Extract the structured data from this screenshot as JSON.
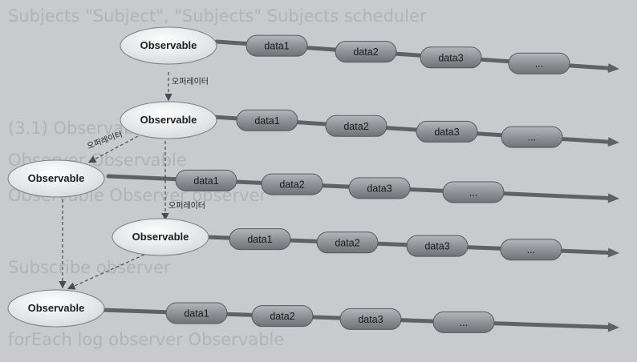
{
  "background_text": [
    "Subjects \"Subject\", \"Subjects\" Subjects scheduler",
    "(3.1) Observable",
    "Observer Observable",
    "Observable Observer observer",
    "Subscribe observer",
    "forEach log observer Observable"
  ],
  "diagram": {
    "streams": [
      {
        "node": "Observable",
        "items": [
          "data1",
          "data2",
          "data3",
          "..."
        ]
      },
      {
        "node": "Observable",
        "items": [
          "data1",
          "data2",
          "data3",
          "..."
        ]
      },
      {
        "node": "Observable",
        "items": [
          "data1",
          "data2",
          "data3",
          "..."
        ]
      },
      {
        "node": "Observable",
        "items": [
          "data1",
          "data2",
          "data3",
          "..."
        ]
      },
      {
        "node": "Observable",
        "items": [
          "data1",
          "data2",
          "data3",
          "..."
        ]
      }
    ],
    "operator_labels": [
      "오퍼레이터",
      "오퍼레이터",
      "오퍼레이터"
    ],
    "colors": {
      "node_fill": "#eaecee",
      "chip_fill": "#8f9296",
      "line": "#5f6165",
      "dashed": "#4a4b4e"
    }
  }
}
